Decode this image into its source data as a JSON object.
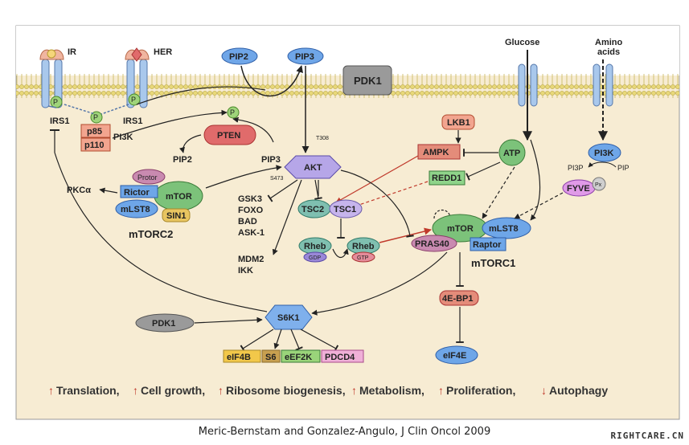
{
  "membrane": {
    "IR": "IR",
    "HER": "HER",
    "PIP2": "PIP2",
    "PIP3": "PIP3",
    "PDK1": "PDK1",
    "Glucose": "Glucose",
    "Amino_line1": "Amino",
    "Amino_line2": "acids"
  },
  "receptors": {
    "P": "P",
    "IRS1_left": "IRS1",
    "IRS1_right": "IRS1",
    "p85": "p85",
    "p110": "p110",
    "PI3K": "PI3K"
  },
  "pten": {
    "PTEN": "PTEN",
    "PIP2": "PIP2",
    "PIP3": "PIP3",
    "P": "P"
  },
  "akt": {
    "AKT": "AKT",
    "T308": "T308",
    "S473": "S473",
    "GSK3": "GSK3",
    "FOXO": "FOXO",
    "BAD": "BAD",
    "ASK1": "ASK-1",
    "MDM2": "MDM2",
    "IKK": "IKK"
  },
  "mtorc2": {
    "Protor": "Protor",
    "Rictor": "Rictor",
    "mTOR": "mTOR",
    "mLST8": "mLST8",
    "SIN1": "SIN1",
    "name": "mTORC2",
    "PKCa": "PKCα"
  },
  "energy": {
    "LKB1": "LKB1",
    "AMPK": "AMPK",
    "ATP": "ATP",
    "REDD1": "REDD1"
  },
  "tsc": {
    "TSC2": "TSC2",
    "TSC1": "TSC1",
    "Rheb": "Rheb",
    "GDP": "GDP",
    "GTP": "GTP"
  },
  "mtorc1": {
    "mTOR": "mTOR",
    "mLST8": "mLST8",
    "PRAS40": "PRAS40",
    "Raptor": "Raptor",
    "name": "mTORC1"
  },
  "amino": {
    "PI3K": "PI3K",
    "PI3P": "PI3P",
    "PIP": "PIP",
    "FYVE": "FYVE",
    "Px": "Px"
  },
  "downstream": {
    "FourEBP1": "4E-BP1",
    "eIF4E": "eIF4E",
    "S6K1": "S6K1",
    "PDK1": "PDK1",
    "eIF4B": "eIF4B",
    "S6": "S6",
    "eEF2K": "eEF2K",
    "PDCD4": "PDCD4"
  },
  "outcomes": {
    "translation": "Translation,",
    "growth": "Cell growth,",
    "ribosome": "Ribosome biogenesis,",
    "metabolism": "Metabolism,",
    "proliferation": "Proliferation,",
    "autophagy": "Autophagy"
  },
  "citation": "Meric-Bernstam and Gonzalez-Angulo, J Clin Oncol 2009",
  "watermark": "RIGHTCARE.CN"
}
